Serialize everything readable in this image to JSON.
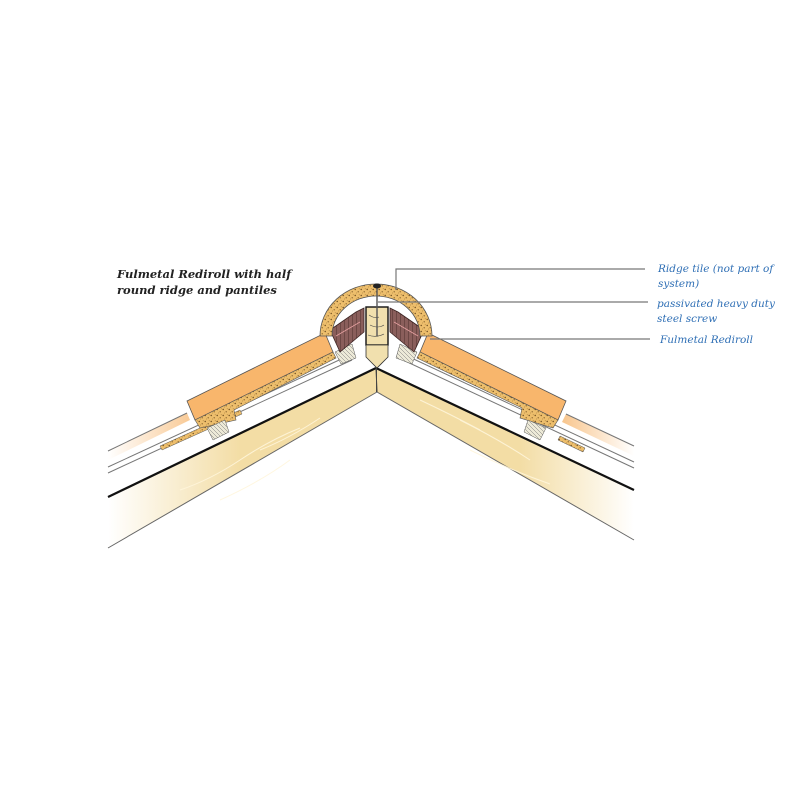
{
  "diagram": {
    "title_line1": "Fulmetal Rediroll with half",
    "title_line2": "round ridge and pantiles",
    "callouts": [
      {
        "line1": "Ridge tile (not part of",
        "line2": "system)"
      },
      {
        "line1": "passivated heavy duty",
        "line2": "steel screw"
      },
      {
        "line1": "Fulmetal Rediroll",
        "line2": ""
      }
    ],
    "colors": {
      "callout_text": "#2F6FB5",
      "title_text": "#222222",
      "rafter": "#F3DDA5",
      "tile": "#F8B66C",
      "cork_texture": "#E9B863",
      "rediroll": "#7A5250",
      "batten": "#F1E0AE",
      "leader_line": "#777777"
    }
  }
}
